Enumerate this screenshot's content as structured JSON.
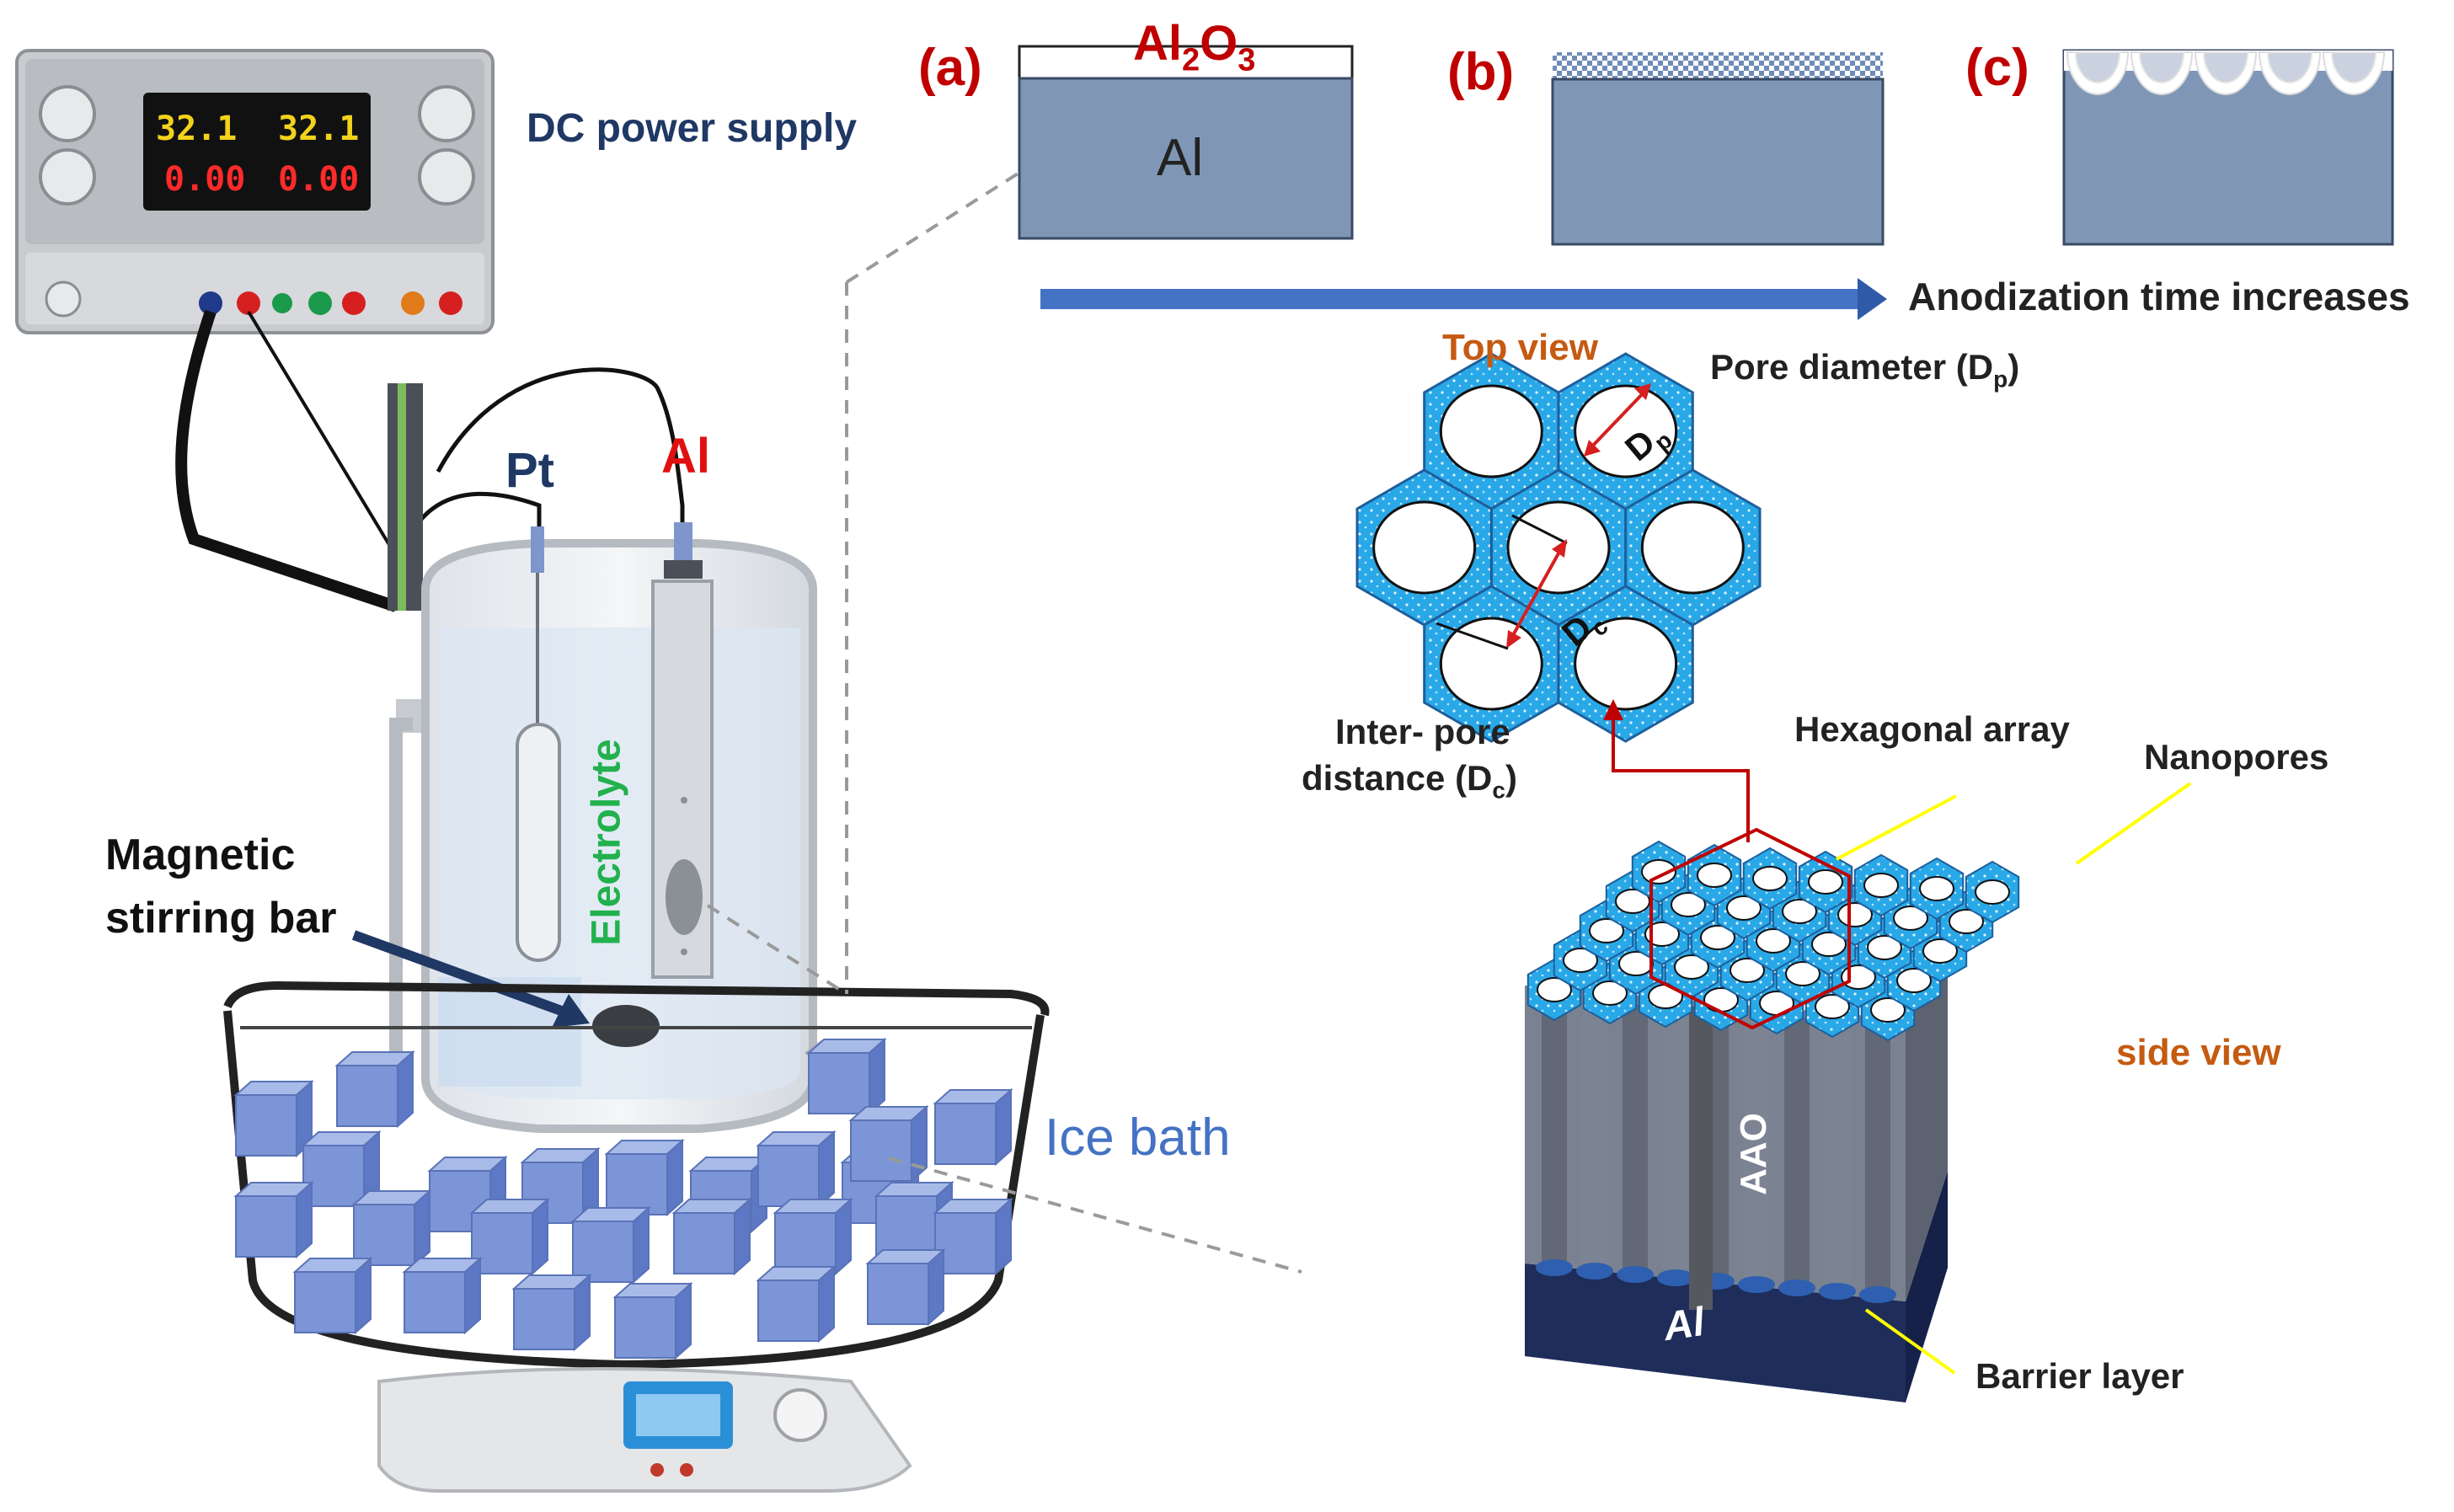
{
  "labels": {
    "power_supply": "DC power supply",
    "pt": "Pt",
    "al_electrode": "Al",
    "electrolyte": "Electrolyte",
    "stirring_bar_l1": "Magnetic",
    "stirring_bar_l2": "stirring bar",
    "ice_bath": "Ice bath",
    "panel_a": "(a)",
    "panel_b": "(b)",
    "panel_c": "(c)",
    "oxide_base": "Al",
    "oxide_sub1": "2",
    "oxide_mid": "O",
    "oxide_sub2": "3",
    "substrate_al": "Al",
    "time_arrow": "Anodization time increases",
    "top_view": "Top view",
    "pore_diameter": "Pore diameter (D",
    "pore_diameter_sub": "p",
    "pore_diameter_close": ")",
    "dp_mark": "D",
    "dp_mark_sub": "p",
    "dc_mark": "D",
    "dc_mark_sub": "c",
    "inter_pore_l1": "Inter- pore",
    "inter_pore_l2": "distance (D",
    "inter_pore_sub": "c",
    "inter_pore_close": ")",
    "hexagonal_array": "Hexagonal array",
    "nanopores": "Nanopores",
    "side_view": "side view",
    "aao": "AAO",
    "block_al": "Al",
    "barrier_layer": "Barrier layer"
  },
  "power_supply_display": {
    "v1": "32.1",
    "v2": "32.1",
    "a1": "0.00",
    "a2": "0.00"
  },
  "colors": {
    "panel_letter": "#c00000",
    "substrate": "#7f96b6",
    "arrow": "#4472c4",
    "pore_blue": "#29a8e8",
    "ice": "#7b95d6",
    "column": "#6b7280",
    "base": "#1f2d5a"
  }
}
